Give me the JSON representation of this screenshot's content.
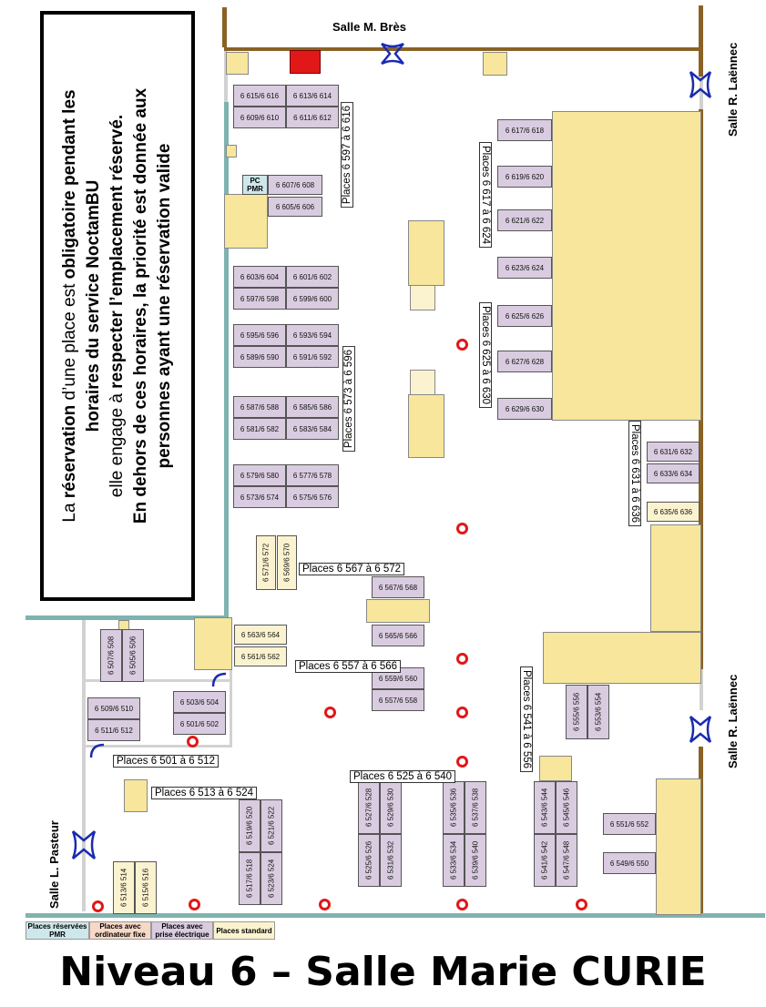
{
  "title": "Niveau 6 – Salle Marie CURIE",
  "notice": {
    "line1_a": "La ",
    "line1_b": "réservation",
    "line1_c": " d’une place est ",
    "line1_d": "obligatoire pendant les",
    "line2": "horaires du service NoctamBU",
    "line3_a": "elle engage à ",
    "line3_b": "respecter l’emplacement réservé.",
    "line4": "En dehors de ces horaires, la priorité est donnée aux",
    "line5": "personnes ayant une réservation valide"
  },
  "rooms": {
    "bres": "Salle M. Brès",
    "laennec_top": "Salle R. Laënnec",
    "laennec_bottom": "Salle R. Laënnec",
    "pasteur": "Salle L. Pasteur"
  },
  "pc_pmr": "PC PMR",
  "range_labels": {
    "r6597": "Places 6 597 à 6 616",
    "r6617": "Places 6 617 à 6 624",
    "r6625": "Places 6 625 à 6 630",
    "r6573": "Places 6 573 à 6 596",
    "r6631": "Places 6 631 à 6 636",
    "r6567": "Places 6 567 à 6 572",
    "r6557": "Places 6 557 à 6 566",
    "r6541": "Places 6 541 à 6 556",
    "r6501": "Places 6 501 à 6 512",
    "r6525": "Places 6 525 à 6 540",
    "r6513": "Places 6 513 à 6 524"
  },
  "seats": {
    "s6615": "6 615/6 616",
    "s6613": "6 613/6 614",
    "s6609": "6 609/6 610",
    "s6611": "6 611/6 612",
    "s6607": "6 607/6 608",
    "s6605": "6 605/6 606",
    "s6617": "6 617/6 618",
    "s6619": "6 619/6 620",
    "s6621": "6 621/6 622",
    "s6623": "6 623/6 624",
    "s6625": "6 625/6 626",
    "s6627": "6 627/6 628",
    "s6629": "6 629/6 630",
    "s6603": "6 603/6 604",
    "s6601": "6 601/6 602",
    "s6597": "6 597/6 598",
    "s6599": "6 599/6 600",
    "s6595": "6 595/6 596",
    "s6593": "6 593/6 594",
    "s6589": "6 589/6 590",
    "s6591": "6 591/6 592",
    "s6587": "6 587/6 588",
    "s6585": "6 585/6 586",
    "s6581": "6 581/6 582",
    "s6583": "6 583/6 584",
    "s6579": "6 579/6 580",
    "s6577": "6 577/6 578",
    "s6573": "6 573/6 574",
    "s6575": "6 575/6 576",
    "s6631": "6 631/6 632",
    "s6633": "6 633/6 634",
    "s6635": "6 635/6 636",
    "s6571": "6 571/6 572",
    "s6569": "6 569/6 570",
    "s6567": "6 567/6 568",
    "s6565": "6 565/6 566",
    "s6563": "6 563/6 564",
    "s6561": "6 561/6 562",
    "s6559": "6 559/6 560",
    "s6557": "6 557/6 558",
    "s6555": "6 555/6 556",
    "s6553": "6 553/6 554",
    "s6507": "6 507/6 508",
    "s6505": "6 505/6 506",
    "s6503": "6 503/6 504",
    "s6501": "6 501/6 502",
    "s6509": "6 509/6 510",
    "s6511": "6 511/6 512",
    "s6519": "6 519/6 520",
    "s6521": "6 521/6 522",
    "s6517": "6 517/6 518",
    "s6523": "6 523/6 524",
    "s6527": "6 527/6 528",
    "s6529": "6 529/6 530",
    "s6525": "6 525/6 526",
    "s6531": "6 531/6 532",
    "s6535": "6 535/6 536",
    "s6537": "6 537/6 538",
    "s6533": "6 533/6 534",
    "s6539": "6 539/6 540",
    "s6543": "6 543/6 544",
    "s6545": "6 545/6 546",
    "s6541": "6 541/6 542",
    "s6547": "6 547/6 548",
    "s6551": "6 551/6 552",
    "s6549": "6 549/6 550",
    "s6513": "6 513/6 514",
    "s6515": "6 515/6 516"
  },
  "legend": {
    "pmr": "Places réservées PMR",
    "pc": "Places avec ordinateur fixe",
    "elec": "Places avec prise électrique",
    "std": "Places standard"
  },
  "colors": {
    "seat_electric": "#d9cce0",
    "seat_standard": "#fbf3cf",
    "table": "#f7e69c",
    "wall": "#8a6226",
    "window_wall": "#7fb3b0",
    "pillar": "#e01818",
    "door": "#1b2bb0",
    "legend_pmr": "#cde7ea",
    "legend_pc": "#f7d8c7",
    "legend_elec": "#d9cce0",
    "legend_std": "#fbf3cf"
  }
}
